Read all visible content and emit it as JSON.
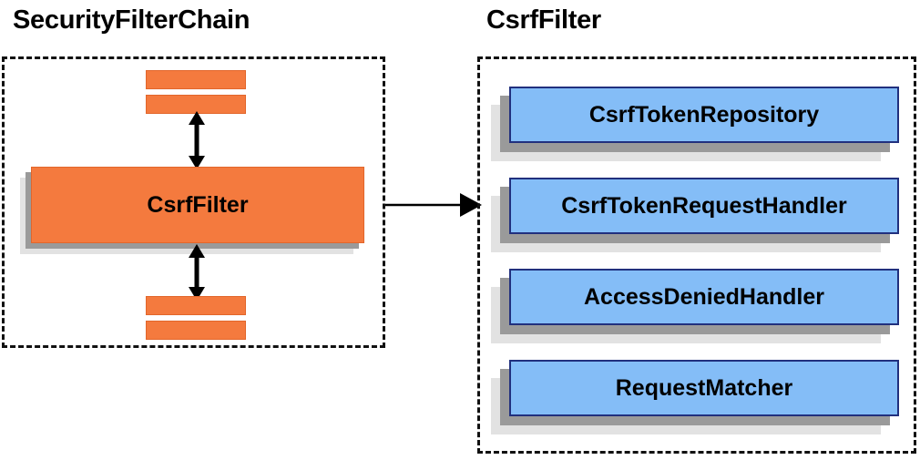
{
  "diagram": {
    "type": "architecture-block-diagram",
    "background_color": "#ffffff",
    "panels": [
      {
        "id": "security-filter-chain",
        "title": "SecurityFilterChain",
        "accent_color": "#f47a3e",
        "border_style": "dashed",
        "border_color": "#111111",
        "filters_above": 2,
        "filters_below": 2,
        "highlighted_filter": "CsrfFilter"
      },
      {
        "id": "csrf-filter",
        "title": "CsrfFilter",
        "accent_color": "#84bdf7",
        "border_style": "dashed",
        "border_color": "#111111",
        "collaborators": [
          "CsrfTokenRepository",
          "CsrfTokenRequestHandler",
          "AccessDeniedHandler",
          "RequestMatcher"
        ]
      }
    ],
    "connectors": [
      {
        "id": "chain-to-csrf",
        "from": "security-filter-chain",
        "to": "csrf-filter",
        "style": "single-arrow",
        "direction": "right"
      },
      {
        "id": "upper-link",
        "style": "double-arrow",
        "direction": "vertical"
      },
      {
        "id": "lower-link",
        "style": "double-arrow",
        "direction": "vertical"
      }
    ],
    "colors": {
      "orange_fill": "#f47a3e",
      "orange_border": "#e2662b",
      "blue_fill": "#84bdf7",
      "blue_border": "#21307e",
      "shadow_dark": "#9a9a9a",
      "shadow_light": "#e2e2e2",
      "text": "#000000"
    }
  }
}
